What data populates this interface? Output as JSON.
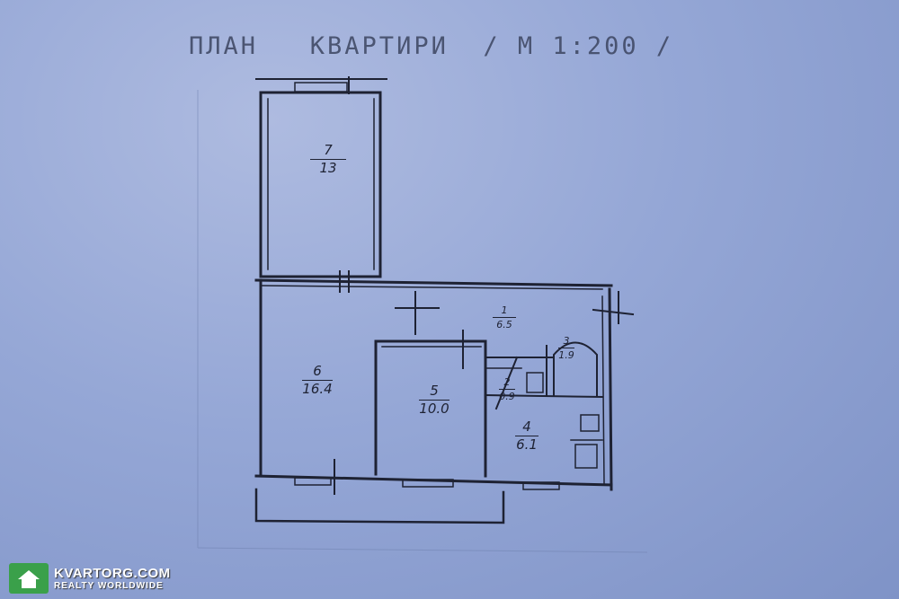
{
  "title": "ПЛАН   КВАРТИРИ  / М 1:200 /",
  "rooms": [
    {
      "number": "7",
      "area": "13"
    },
    {
      "number": "6",
      "area": "16.4"
    },
    {
      "number": "5",
      "area": "10.0"
    },
    {
      "number": "1",
      "area": "6.5"
    },
    {
      "number": "3",
      "area": "1.9"
    },
    {
      "number": "2",
      "area": "0.9"
    },
    {
      "number": "4",
      "area": "6.1"
    }
  ],
  "watermark": {
    "brand": "KVARTORG.COM",
    "tagline": "REALTY WORLDWIDE",
    "icon": "house-icon",
    "accent_color": "#3aa04a"
  },
  "colors": {
    "paper": "#95a7d6",
    "ink": "#1e2233"
  }
}
